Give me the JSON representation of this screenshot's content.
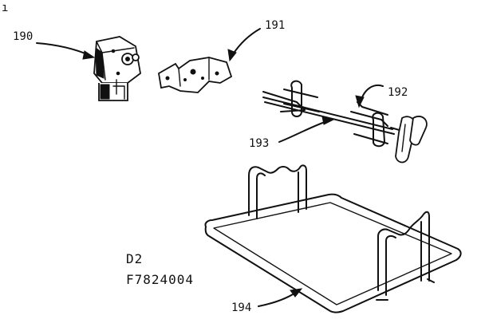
{
  "corner_mark": "ı",
  "parts": [
    {
      "callout": "190",
      "item": "motor"
    },
    {
      "callout": "191",
      "item": "bracket"
    },
    {
      "callout": "192",
      "item": "spit-handle"
    },
    {
      "callout": "193",
      "item": "spit-rod"
    },
    {
      "callout": "194",
      "item": "pan"
    }
  ],
  "diagram_code": {
    "line1": "D2",
    "line2": "F7824004"
  },
  "ink_color": "#111111"
}
